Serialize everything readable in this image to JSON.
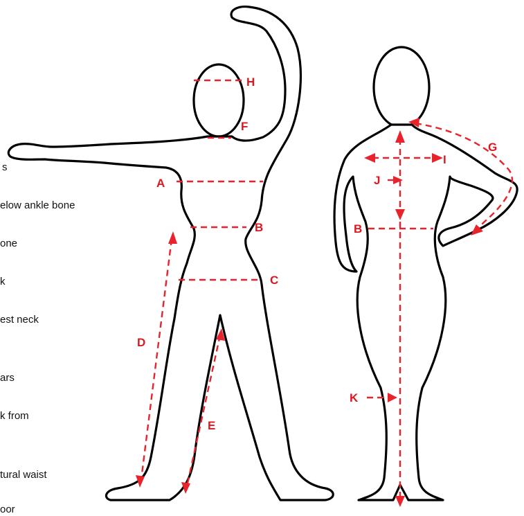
{
  "left_text_fragments": [
    "s",
    "elow ankle bone",
    "one",
    "k",
    "est neck",
    "ars",
    "k from",
    "tural waist",
    "oor"
  ],
  "measurement_labels": {
    "A_front": "A",
    "B_front": "B",
    "C": "C",
    "D": "D",
    "E": "E",
    "F": "F",
    "H": "H",
    "G": "G",
    "I": "I",
    "J": "J",
    "B_back": "B",
    "K": "K"
  },
  "colors": {
    "outline": "#000000",
    "measurement": "#e8232b",
    "label": "#e0161f",
    "background": "#ffffff"
  }
}
